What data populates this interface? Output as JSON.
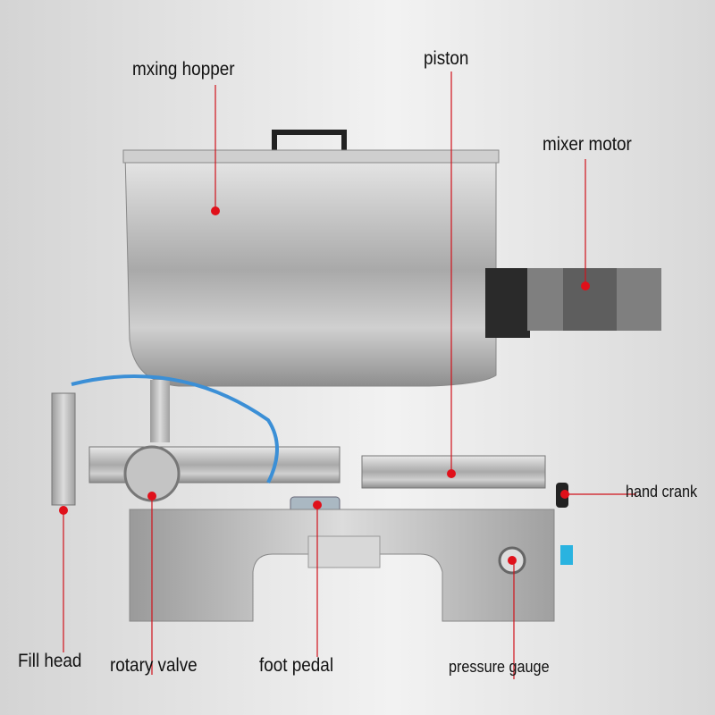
{
  "labels": {
    "mixing_hopper": "mxing hopper",
    "piston": "piston",
    "mixer_motor": "mixer motor",
    "hand_crank": "hand crank",
    "fill_head": "Fill head",
    "rotary_valve": "rotary valve",
    "foot_pedal": "foot pedal",
    "pressure_gauge": "pressure gauge"
  },
  "colors": {
    "leader_line": "#d0121b",
    "marker_dot": "#e0101a",
    "steel": "#b8b8b8"
  }
}
